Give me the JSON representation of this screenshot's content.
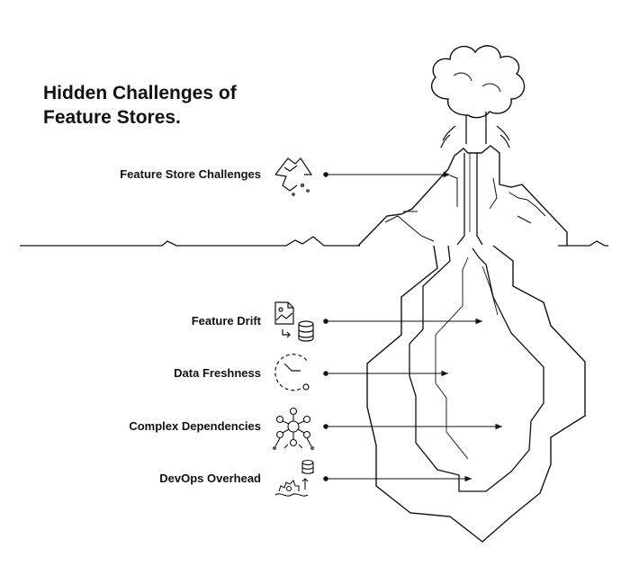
{
  "title": {
    "line1": "Hidden Challenges of",
    "line2": "Feature Stores."
  },
  "labels": [
    {
      "text": "Feature Store Challenges",
      "icon": "mountain-icon"
    },
    {
      "text": "Feature Drift",
      "icon": "image-to-database-icon"
    },
    {
      "text": "Data Freshness",
      "icon": "clock-icon"
    },
    {
      "text": "Complex Dependencies",
      "icon": "network-icon"
    },
    {
      "text": "DevOps Overhead",
      "icon": "gear-database-icon"
    }
  ],
  "colors": {
    "ink": "#111111",
    "background": "#ffffff"
  }
}
